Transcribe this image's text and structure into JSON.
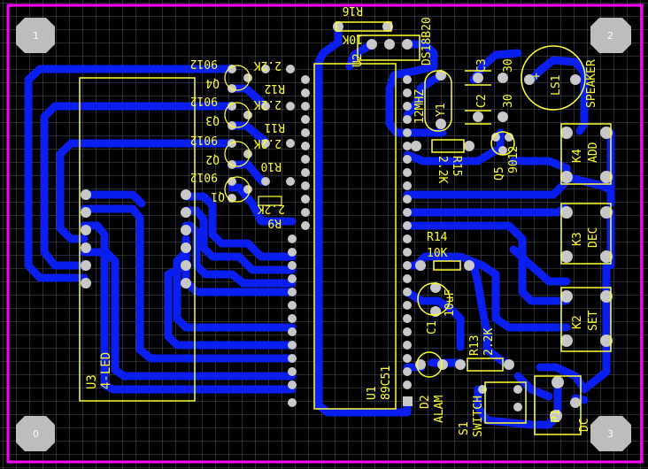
{
  "colors": {
    "background": "#000000",
    "grid": "#555555",
    "border": "#ff00ff",
    "copper": "#0a1ef0",
    "pad": "#c8c8c8",
    "silkscreen": "#ffff33",
    "mount_hole": "#bdbdbd"
  },
  "mount_holes": [
    {
      "label": "1"
    },
    {
      "label": "2"
    },
    {
      "label": "0"
    },
    {
      "label": "3"
    }
  ],
  "labels": {
    "u3_ref": "U3",
    "u3_val": "4-LED",
    "u1_ref": "U1",
    "u1_val": "89C51",
    "u2_ref": "U2",
    "u2_val": "DS18B20",
    "r16_ref": "R16",
    "r16_val": "10K",
    "y1_ref": "Y1",
    "y1_val": "12MHZ",
    "c2_ref": "C2",
    "c2_val": "30",
    "c3_ref": "C3",
    "c3_val": "30",
    "ls1_ref": "LS1",
    "ls1_val": "SPEAKER",
    "k4_ref": "K4",
    "k4_val": "ADD",
    "k3_ref": "K3",
    "k3_val": "DEC",
    "k2_ref": "K2",
    "k2_val": "SET",
    "q5_ref": "Q5",
    "q5_val": "9012",
    "r15_ref": "R15",
    "r15_val": "2.2K",
    "r14_ref": "R14",
    "r14_val": "10K",
    "c1_ref": "C1",
    "c1_val": "10uF",
    "r13_ref": "R13",
    "r13_val": "2.2K",
    "d2_ref": "D2",
    "d2_val": "ALAM",
    "s1_ref": "S1",
    "s1_val": "SWITCH",
    "p1_ref": "P1",
    "p1_val": "DC",
    "q4_ref": "Q4",
    "q3_ref": "Q3",
    "q2_ref": "Q2",
    "q1_ref": "Q1",
    "q_val": "9012",
    "r12_ref": "R12",
    "r11_ref": "R11",
    "r10_ref": "R10",
    "r9_ref": "R9",
    "r_val": "2.2K"
  }
}
